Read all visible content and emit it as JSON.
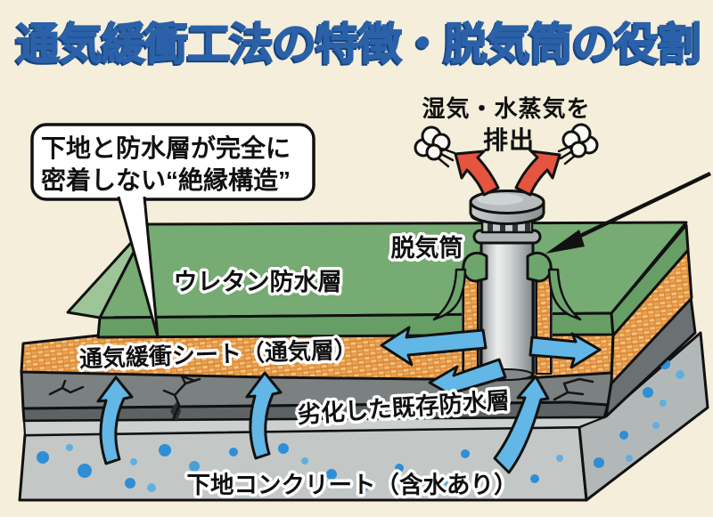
{
  "title": "通気緩衝工法の特徴・脱気筒の役割",
  "callout": {
    "line1": "下地と防水層が完全に",
    "line2": "密着しない“絶縁構造”"
  },
  "steam_label": {
    "line1": "湿気・水蒸気を",
    "line2": "排出"
  },
  "labels": {
    "vent_cylinder": "脱気筒",
    "urethane_layer": "ウレタン防水層",
    "buffer_sheet": "通気緩衝シート（通気層）",
    "degraded_layer": "劣化した既存防水層",
    "concrete_base": "下地コンクリート（含水あり）"
  },
  "colors": {
    "background": "#f4eedb",
    "title_blue": "#2a61a8",
    "urethane_green": "#76ab73",
    "buffer_sheet_orange": "#dd8a38",
    "existing_layer_gray": "#7b8081",
    "concrete_gray": "#c3c8c7",
    "moisture_dot_blue": "#2e8ed6",
    "flow_arrow_blue": "#62b7e6",
    "steam_arrow_red": "#e4543e"
  }
}
